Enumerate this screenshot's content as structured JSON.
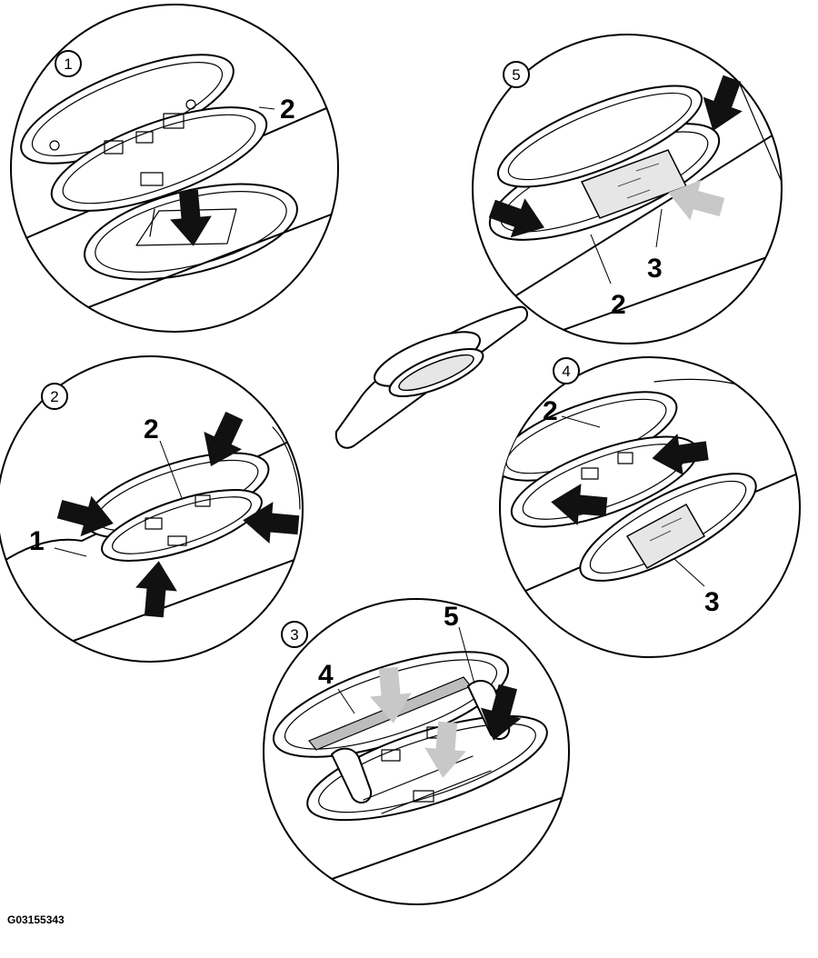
{
  "figure_id": "G03155343",
  "panels": [
    {
      "step": "1",
      "callouts": [
        "2"
      ]
    },
    {
      "step": "5",
      "callouts": [
        "3",
        "2"
      ]
    },
    {
      "step": "2",
      "callouts": [
        "2",
        "1"
      ]
    },
    {
      "step": "4",
      "callouts": [
        "2",
        "3"
      ]
    },
    {
      "step": "3",
      "callouts": [
        "4",
        "5"
      ]
    }
  ],
  "colors": {
    "line": "#000000",
    "arrow_black": "#111111",
    "arrow_grey": "#c8c8c8",
    "glass": "#e6e6e6"
  }
}
